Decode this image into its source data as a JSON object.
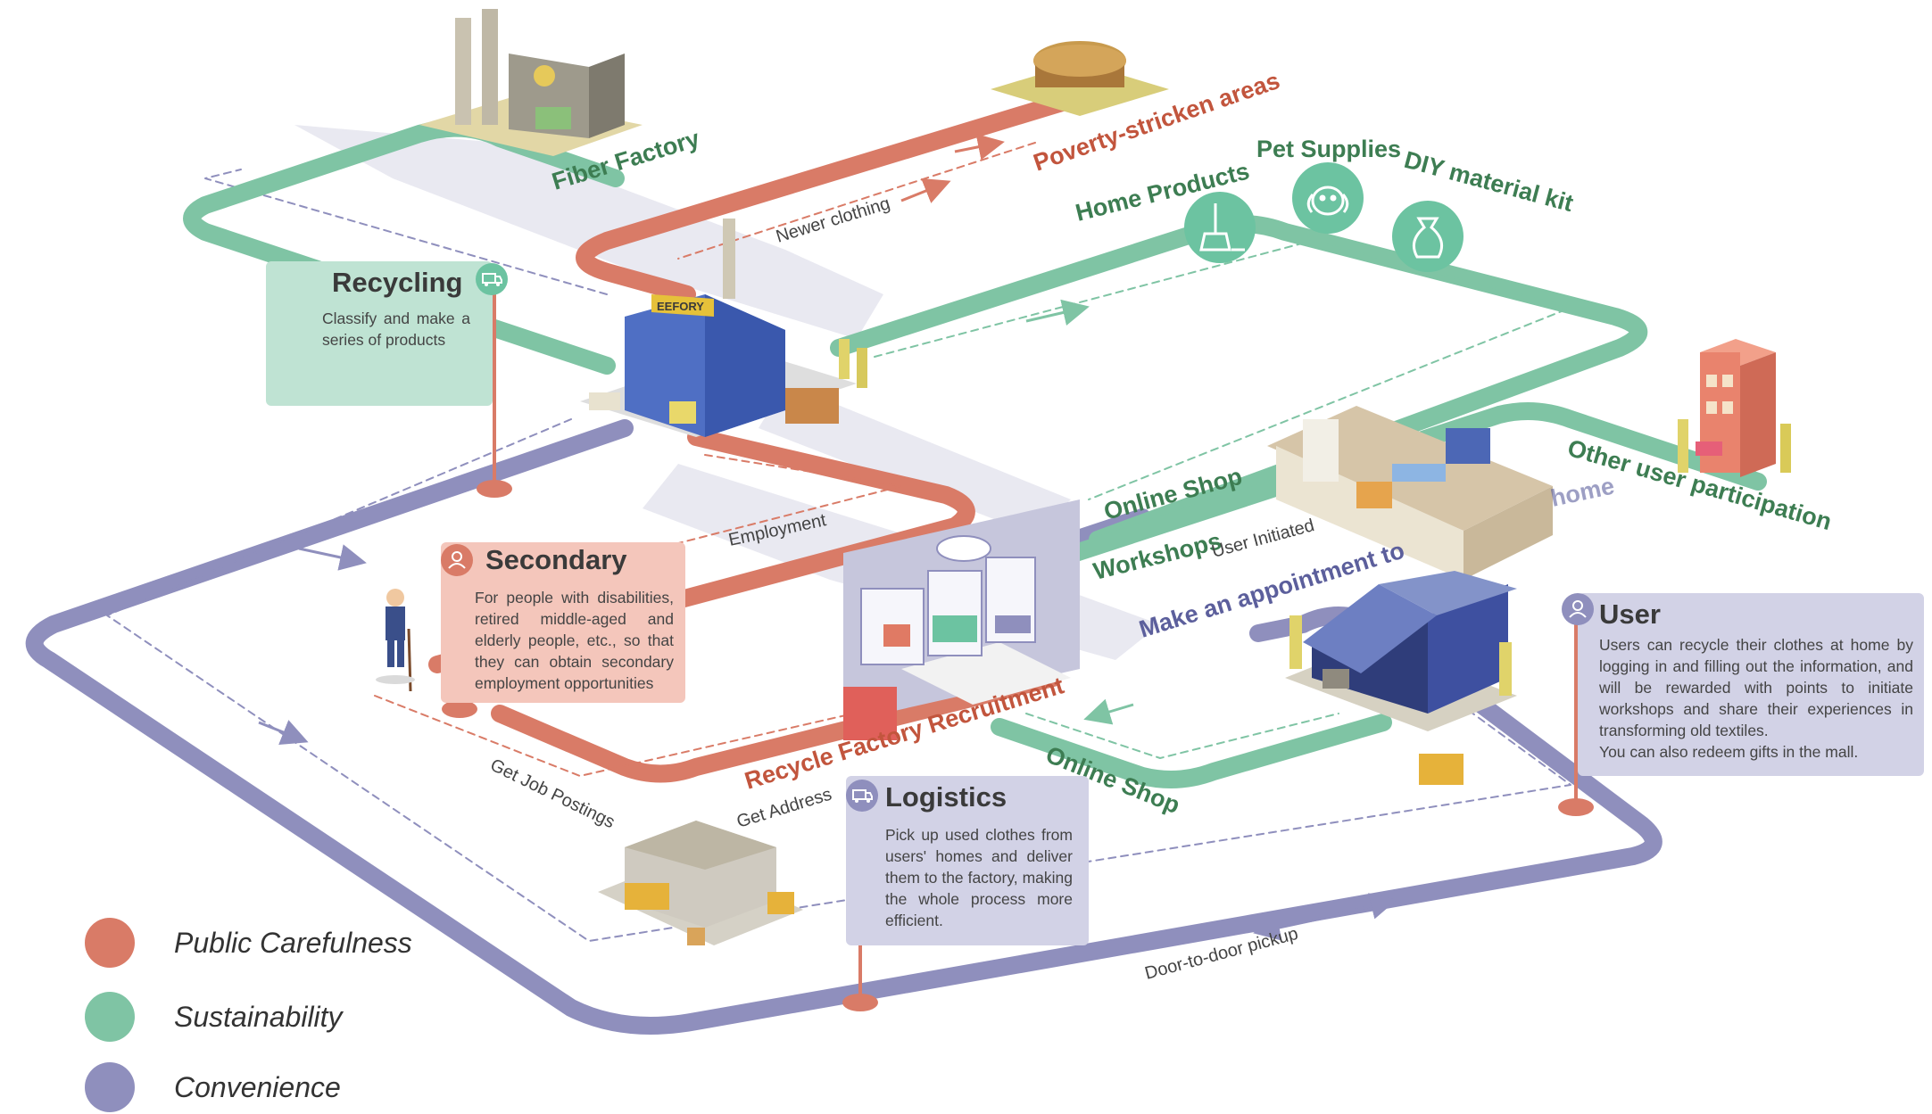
{
  "colors": {
    "public_carefulness": "#d97b67",
    "sustainability": "#7fc4a4",
    "convenience": "#8f8fbd",
    "green_text": "#3d7d52",
    "red_text": "#c2553d",
    "purple_text": "#5c5f9c"
  },
  "route_labels": {
    "fiber_factory": "Fiber Factory",
    "poverty": "Poverty-stricken areas",
    "newer_clothing": "Newer clothing",
    "home_products": "Home Products",
    "pet_supplies": "Pet Supplies",
    "diy_kit": "DIY material kit",
    "online_shop_top": "Online Shop",
    "workshops": "Workshops",
    "user_initiated": "User Initiated",
    "other_user": "Other user participation",
    "home": "home",
    "make_appointment": "Make an appointment to",
    "employment": "Employment",
    "recruitment": "Recycle Factory Recruitment",
    "online_shop_bottom": "Online Shop",
    "get_job": "Get Job Postings",
    "get_address": "Get Address",
    "door_pickup": "Door-to-door pickup"
  },
  "factory_sign": "EEFORY",
  "icons": {
    "home_products": "broom-icon",
    "pet_supplies": "dog-icon",
    "diy_kit": "bag-icon"
  },
  "cards": {
    "recycling": {
      "title": "Recycling",
      "body": "Classify and make a series of products",
      "icon": "truck-icon"
    },
    "secondary": {
      "title": "Secondary",
      "body": "For people with disabilities, retired middle-aged and elderly people, etc., so that they can obtain secondary employment opportunities",
      "icon": "person-icon"
    },
    "logistics": {
      "title": "Logistics",
      "body": "Pick up used clothes from users' homes and deliver them to the factory, making the whole process more efficient.",
      "icon": "truck-icon"
    },
    "user": {
      "title": "User",
      "body": "Users can recycle their clothes at home by logging in and filling out the information, and will be rewarded with points to initiate workshops and share their experiences in transforming old textiles.\nYou can also redeem gifts in the mall.",
      "icon": "person-icon"
    }
  },
  "legend": [
    {
      "label": "Public Carefulness",
      "color": "#d97b67"
    },
    {
      "label": "Sustainability",
      "color": "#7fc4a4"
    },
    {
      "label": "Convenience",
      "color": "#8f8fbd"
    }
  ]
}
